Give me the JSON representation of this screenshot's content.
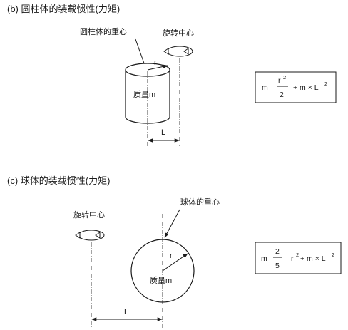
{
  "section_b": {
    "title": "(b) 圆柱体的装载惯性(力矩)",
    "centroid_label": "圆柱体的重心",
    "axis_label": "旋转中心",
    "radius_label": "r",
    "mass_label": "质量m",
    "distance_label": "L",
    "formula": {
      "m": "m",
      "numerator": "r",
      "numerator_exp": "2",
      "denominator": "2",
      "tail": "+ m × L",
      "tail_exp": "2"
    }
  },
  "section_c": {
    "title": "(c) 球体的装载惯性(力矩)",
    "centroid_label": "球体的重心",
    "axis_label": "旋转中心",
    "radius_label": "r",
    "mass_label": "质量m",
    "distance_label": "L",
    "formula": {
      "m": "m",
      "numerator": "2",
      "denominator": "5",
      "r": "r",
      "r_exp": "2",
      "tail": "+ m × L",
      "tail_exp": "2"
    }
  },
  "colors": {
    "ink": "#1a1a1a",
    "background": "#ffffff"
  }
}
